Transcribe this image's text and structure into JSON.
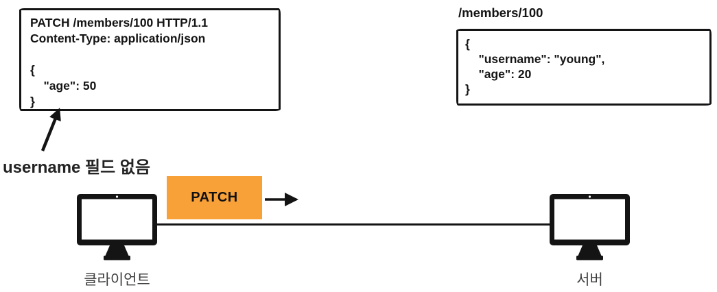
{
  "colors": {
    "ink": "#141414",
    "orange": "#F8A138",
    "label_gray": "#3d3d3d"
  },
  "request_box": {
    "lines": [
      "PATCH /members/100 HTTP/1.1",
      "Content-Type: application/json",
      "",
      "{",
      "    \"age\": 50",
      "}"
    ]
  },
  "annotation": {
    "text": "username 필드 없음"
  },
  "resource": {
    "path_label": "/members/100",
    "lines": [
      "{",
      "    \"username\": \"young\",",
      "    \"age\": 20",
      "}"
    ]
  },
  "flow": {
    "method_label": "PATCH",
    "client_label": "클라이언트",
    "server_label": "서버"
  },
  "icons": {
    "client": "monitor-icon",
    "server": "monitor-icon",
    "annotation_pointer": "arrow-up-right-icon",
    "request_direction": "arrow-right-icon"
  }
}
